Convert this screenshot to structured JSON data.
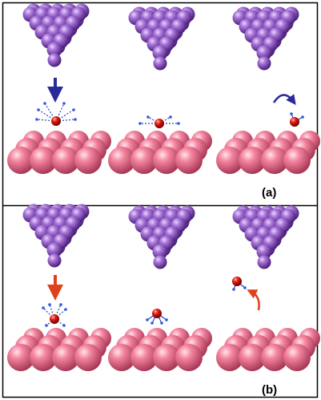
{
  "figure": {
    "panels": [
      {
        "id": "a",
        "label": "(a)",
        "arrow_color": "#2a2a9a"
      },
      {
        "id": "b",
        "label": "(b)",
        "arrow_color": "#e0401a"
      }
    ]
  },
  "colors": {
    "tip_atom": "#a06ad0",
    "tip_atom_dark": "#5a2a8a",
    "surface_atom": "#f27a98",
    "surface_atom_dark": "#b84866",
    "molecule_center": "#e01010",
    "bond_blue": "#2244cc",
    "frame": "#000000"
  },
  "icons": {
    "tip": "pyramid-cluster-icon",
    "surface": "sphere-slab-icon",
    "molecule": "molecule-icon",
    "arrow": "arrow-icon"
  }
}
